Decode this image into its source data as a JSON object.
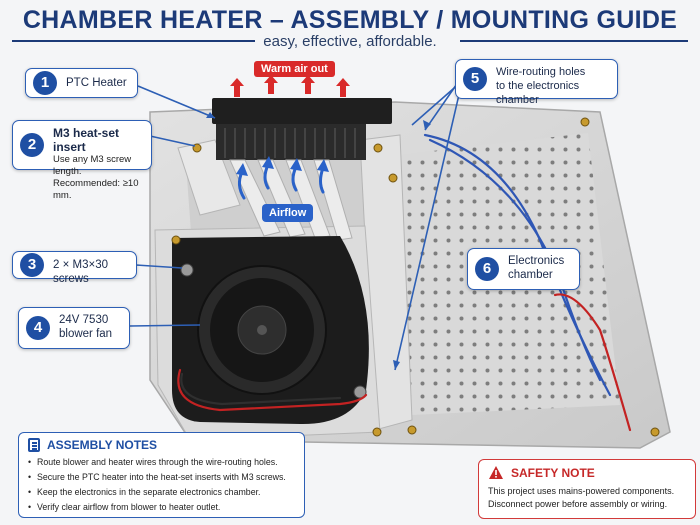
{
  "header": {
    "title": "CHAMBER HEATER – ASSEMBLY / MOUNTING GUIDE",
    "subtitle": "easy, effective, affordable."
  },
  "labels": {
    "warm_air": "Warm air out",
    "airflow": "Airflow"
  },
  "callouts": [
    {
      "number": "1",
      "title": "PTC Heater"
    },
    {
      "number": "2",
      "title": "M3 heat-set insert",
      "lines": [
        "Use any M3 screw length.",
        "Recommended: ≥10 mm."
      ]
    },
    {
      "number": "3",
      "title": "2 × M3×30 screws"
    },
    {
      "number": "4",
      "title": "24V 7530",
      "title2": "blower fan"
    },
    {
      "number": "5",
      "title": "Wire-routing holes",
      "title2": "to the electronics chamber"
    },
    {
      "number": "6",
      "title": "Electronics",
      "title2": "chamber"
    }
  ],
  "notes": {
    "heading": "ASSEMBLY NOTES",
    "items": [
      "Route blower and heater wires through the wire-routing holes.",
      "Secure the PTC heater into the heat-set inserts with M3 screws.",
      "Keep the electronics in the separate electronics chamber.",
      "Verify clear airflow from blower to heater outlet."
    ]
  },
  "safety": {
    "heading": "SAFETY NOTE",
    "lines": [
      "This project uses mains-powered components.",
      "Disconnect power before assembly or wiring."
    ]
  },
  "colors": {
    "accent": "#1f4fa3",
    "warning": "#d92a2a",
    "airflow_arrow": "#2a62c9",
    "enclosure": "#d8d8d8"
  }
}
